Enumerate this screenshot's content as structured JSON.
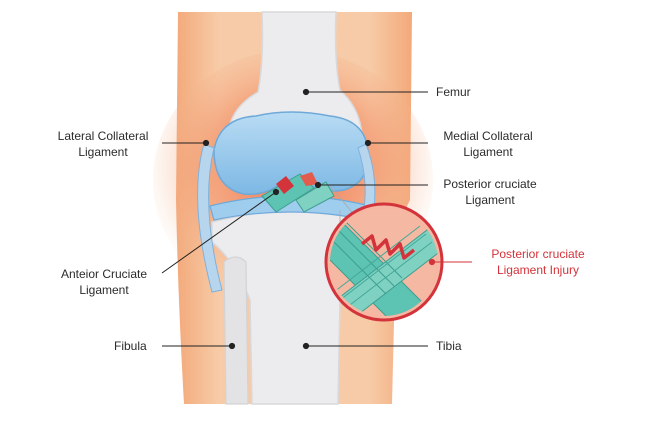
{
  "labels": {
    "femur": "Femur",
    "lateral_collateral": [
      "Lateral Collateral",
      "Ligament"
    ],
    "medial_collateral": [
      "Medial Collateral",
      "Ligament"
    ],
    "posterior_cruciate": [
      "Posterior cruciate",
      "Ligament"
    ],
    "posterior_injury": [
      "Posterior cruciate",
      "Ligament Injury"
    ],
    "anterior_cruciate": [
      "Anteior Cruciate",
      "Ligament"
    ],
    "fibula": "Fibula",
    "tibia": "Tibia"
  },
  "colors": {
    "skin": "#f6c9a5",
    "inflammation": "#f28b62",
    "bone": "#ececee",
    "cartilage": "#8dc4ea",
    "ligament": "#5dc3b3",
    "injury": "#d3333a"
  }
}
